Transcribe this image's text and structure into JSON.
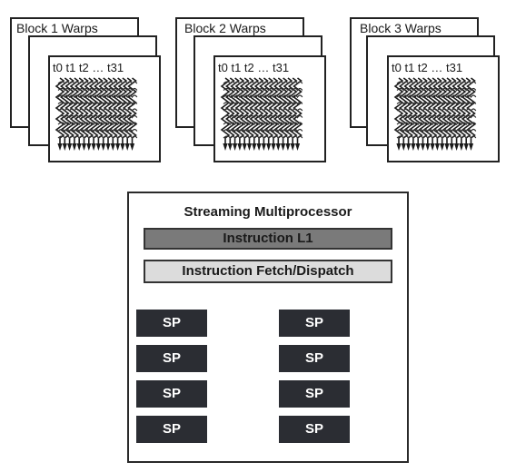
{
  "blocks": [
    {
      "label": "Block 1 Warps",
      "threads": "t0 t1 t2 … t31"
    },
    {
      "label": "Block 2 Warps",
      "threads": "t0 t1 t2 … t31"
    },
    {
      "label": "Block 3 Warps",
      "threads": "t0 t1 t2 … t31"
    }
  ],
  "sm": {
    "title": "Streaming Multiprocessor",
    "instruction_l1": "Instruction L1",
    "fetch_dispatch": "Instruction Fetch/Dispatch",
    "sp_left": [
      "SP",
      "SP",
      "SP",
      "SP"
    ],
    "sp_right": [
      "SP",
      "SP",
      "SP",
      "SP"
    ]
  },
  "colors": {
    "instruction_l1_fill": "#7a7a7a",
    "fetch_dispatch_fill": "#dcdcdc",
    "sp_fill": "#2b2d33"
  }
}
